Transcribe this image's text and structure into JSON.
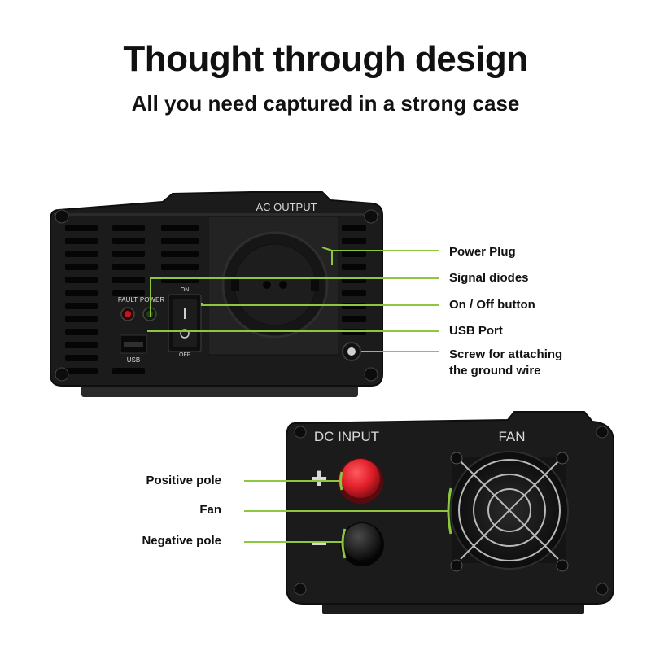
{
  "header": {
    "title": "Thought through design",
    "subtitle": "All you need captured in a strong case"
  },
  "front_panel": {
    "ac_output_label": "AC OUTPUT",
    "fault_label": "FAULT",
    "power_label": "POWER",
    "on_label": "ON",
    "off_label": "OFF",
    "usb_label": "USB"
  },
  "back_panel": {
    "dc_input_label": "DC INPUT",
    "fan_label": "FAN",
    "plus_sign": "+",
    "minus_sign": "−"
  },
  "callouts_right": [
    {
      "text": "Power Plug"
    },
    {
      "text": "Signal diodes"
    },
    {
      "text": "On / Off button"
    },
    {
      "text": "USB Port"
    },
    {
      "text": "Screw for attaching the ground wire"
    }
  ],
  "callouts_left": [
    {
      "text": "Positive pole"
    },
    {
      "text": "Fan"
    },
    {
      "text": "Negative pole"
    }
  ],
  "colors": {
    "accent_green": "#8dc63f",
    "device_body": "#1b1b1b",
    "positive_terminal": "#e01f2a",
    "negative_terminal": "#1a1a1a"
  }
}
